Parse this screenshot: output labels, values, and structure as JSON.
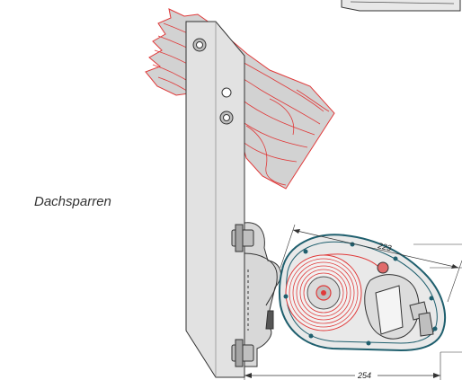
{
  "labels": {
    "rafter": "Dachsparren"
  },
  "dimensions": {
    "housing_diameter": "223",
    "overall_width": "254"
  },
  "colors": {
    "wood_outline": "#e03a3a",
    "wood_fill": "#cfcfcf",
    "bracket_fill": "#dedede",
    "housing_outline": "#1f5f6e",
    "roll_lines": "#e03a3a",
    "outline": "#333333"
  }
}
